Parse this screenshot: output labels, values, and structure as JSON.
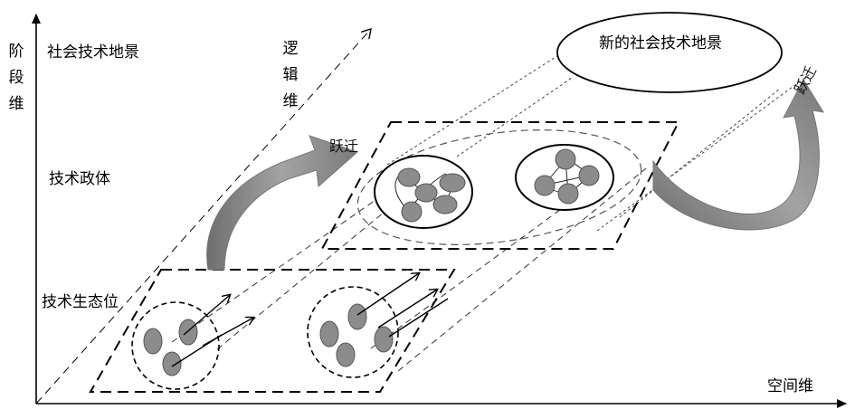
{
  "axes": {
    "stage_axis": [
      "阶",
      "段",
      "维"
    ],
    "space_axis": "空间维",
    "logic_axis": [
      "逻",
      "辑",
      "维"
    ]
  },
  "levels": {
    "landscape": "社会技术地景",
    "regime": "技术政体",
    "niche": "技术生态位"
  },
  "new_landscape": "新的社会技术地景",
  "transitions": {
    "left": "跃迁",
    "right": "跃迁"
  },
  "colors": {
    "ellipse_fill": "#8c8c8c",
    "arrow_fill": "#8a8a8a",
    "line": "#000000"
  }
}
